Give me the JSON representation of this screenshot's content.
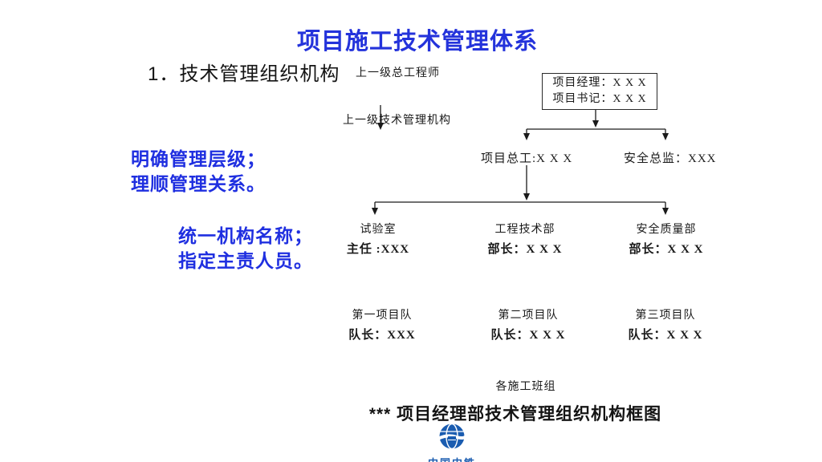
{
  "slide": {
    "title": "项目施工技术管理体系",
    "section_heading": "1．技术管理组织机构",
    "notes": [
      {
        "line1": "明确管理层级；",
        "line2": "理顺管理关系。"
      },
      {
        "line1": "统一机构名称；",
        "line2": "指定主责人员。"
      }
    ]
  },
  "org_chart": {
    "upper_chief_engineer": "上一级总工程师",
    "upper_tech_org": "上一级技术管理机构",
    "top_box": {
      "manager": "项目经理：X X X",
      "secretary": "项目书记：X X X"
    },
    "level2": [
      {
        "label": "项目总工:X X X"
      },
      {
        "label": "安全总监：XXX"
      }
    ],
    "departments": [
      {
        "name": "试验室",
        "leader": "主任 :XXX"
      },
      {
        "name": "工程技术部",
        "leader": "部长：X X X"
      },
      {
        "name": "安全质量部",
        "leader": "部长：X X X"
      }
    ],
    "teams": [
      {
        "name": "第一项目队",
        "leader": "队长：XXX"
      },
      {
        "name": "第二项目队",
        "leader": "队长：X X X"
      },
      {
        "name": "第三项目队",
        "leader": "队长：X X X"
      }
    ],
    "bottom_label": "各施工班组",
    "caption": "*** 项目经理部技术管理组织机构框图"
  },
  "footer": {
    "logo_text": "中国中铁"
  },
  "colors": {
    "accent_blue": "#2433DB",
    "logo_blue": "#1A5CB0",
    "line_black": "#1a1a1a"
  }
}
